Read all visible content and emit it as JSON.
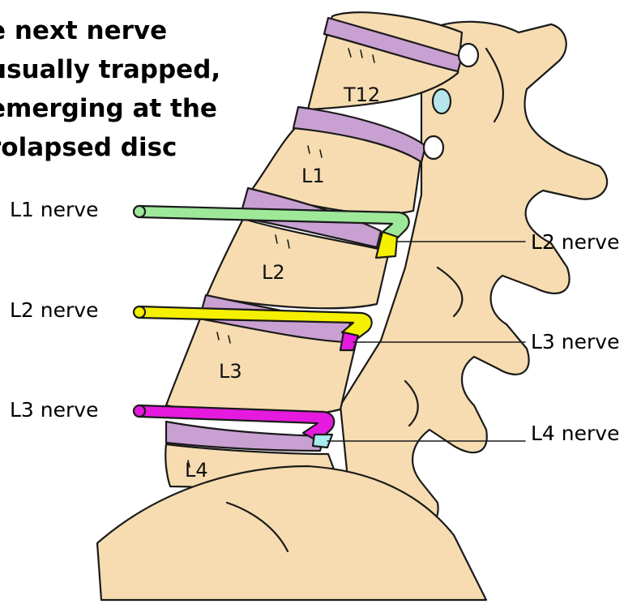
{
  "caption": {
    "lines": [
      "e next nerve",
      "usually trapped,",
      "emerging at the",
      "rolapsed disc"
    ]
  },
  "vertebrae": {
    "t12": "T12",
    "l1": "L1",
    "l2": "L2",
    "l3": "L3",
    "l4": "L4"
  },
  "left_labels": {
    "l1": "L1 nerve",
    "l2": "L2 nerve",
    "l3": "L3 nerve"
  },
  "right_labels": {
    "l2": "L2 nerve",
    "l3": "L3 nerve",
    "l4": "L4 nerve"
  },
  "colors": {
    "bone": "#f6dcb0",
    "outline": "#1a1a1a",
    "disc": "#c9a0d2",
    "l1_nerve": "#9ee89a",
    "l2_nerve": "#f4f000",
    "l3_nerve": "#e61adf",
    "l4_nerve": "#a8ecf0",
    "foramen": "#b6e6ea"
  }
}
